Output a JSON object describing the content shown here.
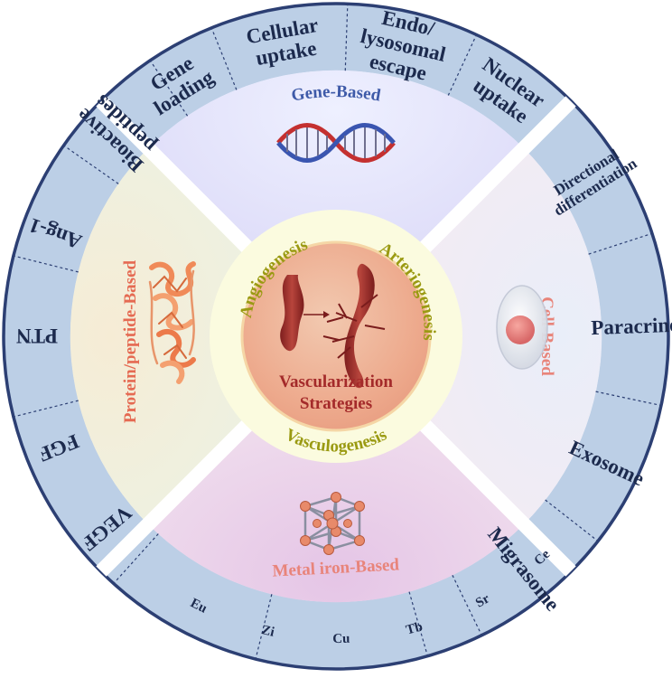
{
  "center": {
    "title_line1": "Vascularization",
    "title_line2": "Strategies"
  },
  "inner_ring": {
    "angiogenesis": "Angiogenesis",
    "arteriogenesis": "Arteriogenesis",
    "vasculogenesis": "Vasculogenesis"
  },
  "sectors": {
    "gene": "Gene-Based",
    "cell": "Cell-Based",
    "metal": "Metal  iron-Based",
    "protein": "Protein/peptide-Based"
  },
  "outer_ring": {
    "gene": [
      {
        "line1": "Gene",
        "line2": "loading"
      },
      {
        "line1": "Cellular",
        "line2": "uptake"
      },
      {
        "line1": "Endo/",
        "line2": "lysosomal",
        "line3": "escape"
      },
      {
        "line1": "Nuclear",
        "line2": "uptake"
      }
    ],
    "cell": [
      {
        "line1": "Directional",
        "line2": "differentiation"
      },
      {
        "line1": "Paracrine"
      },
      {
        "line1": "Exosome"
      },
      {
        "line1": "Migrasome"
      }
    ],
    "metal": [
      "Eu",
      "Zi",
      "Cu",
      "Tb",
      "Sr",
      "Ce"
    ],
    "protein": [
      {
        "line1": "Bioactive",
        "line2": "peptides"
      },
      {
        "line1": "Ang-1"
      },
      {
        "line1": "PTN"
      },
      {
        "line1": "FGF"
      },
      {
        "line1": "VEGF"
      }
    ]
  },
  "colors": {
    "outer_ring_fill": "#bccfe6",
    "outer_ring_stroke": "#2c3f73",
    "gene_title": "#3e5aa8",
    "cell_title": "#e8847a",
    "metal_title": "#e8847a",
    "protein_title": "#e56a52",
    "inner_ring_text": "#9a9a12",
    "center_text": "#a42a2a"
  },
  "icons": [
    "dna-helix-icon",
    "blood-vessel-icon",
    "cell-icon",
    "metal-lattice-icon",
    "protein-structure-icon"
  ]
}
